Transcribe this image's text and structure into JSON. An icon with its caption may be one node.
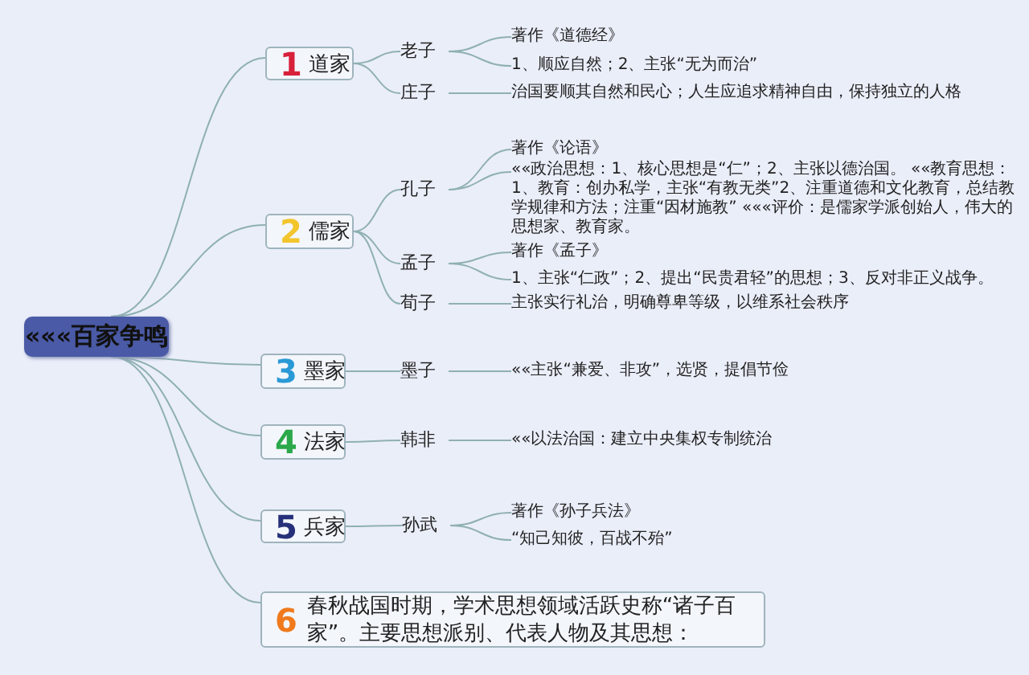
{
  "diagram": {
    "nodes": [
      {
        "text": [
          "«««百家争鸣"
        ]
      },
      {
        "text": [
          "1",
          "道家"
        ]
      },
      {
        "text": [
          "老子"
        ]
      },
      {
        "text": [
          "著作《道德经》"
        ]
      },
      {
        "text": [
          "1、顺应自然；2、主张“无为而治”"
        ]
      },
      {
        "text": [
          "庄子"
        ]
      },
      {
        "text": [
          "治国要顺其自然和民心；人生应追求精神自由，保持独立的人格"
        ]
      },
      {
        "text": [
          "2",
          "儒家"
        ]
      },
      {
        "text": [
          "孔子"
        ]
      },
      {
        "text": [
          "著作《论语》"
        ]
      },
      {
        "text": [
          "««政治思想：1、核心思想是“仁”；2、主张以德治国。 ««教育思想：1、教育：创办私学，主张“有教无类”2、注重道德和文化教育，总结教学规律和方法；注重“因材施教” «««评价：是儒家学派创始人，伟大的思想家、教育家。"
        ]
      },
      {
        "text": [
          "孟子"
        ]
      },
      {
        "text": [
          "著作《孟子》"
        ]
      },
      {
        "text": [
          "1、主张“仁政”；2、提出“民贵君轻”的思想；3、反对非正义战争。"
        ]
      },
      {
        "text": [
          "荀子"
        ]
      },
      {
        "text": [
          "主张实行礼治，明确尊卑等级，以维系社会秩序"
        ]
      },
      {
        "text": [
          "3",
          "墨家"
        ]
      },
      {
        "text": [
          "墨子"
        ]
      },
      {
        "text": [
          "««主张“兼爱、非攻”，选贤，提倡节俭"
        ]
      },
      {
        "text": [
          "4",
          "法家"
        ]
      },
      {
        "text": [
          "韩非"
        ]
      },
      {
        "text": [
          "««以法治国：建立中央集权专制统治"
        ]
      },
      {
        "text": [
          "5",
          "兵家"
        ]
      },
      {
        "text": [
          "孙武"
        ]
      },
      {
        "text": [
          "著作《孙子兵法》"
        ]
      },
      {
        "text": [
          "“知己知彼，百战不殆”"
        ]
      },
      {
        "text": [
          "6",
          "春秋战国时期，学术思想领域活跃史称“诸子百家”。主要思想派别、代表人物及其思想："
        ]
      }
    ],
    "edges": [
      {
        "from": 0,
        "to": 1,
        "arrow": "none"
      },
      {
        "from": 0,
        "to": 7,
        "arrow": "none"
      },
      {
        "from": 0,
        "to": 16,
        "arrow": "none"
      },
      {
        "from": 0,
        "to": 19,
        "arrow": "none"
      },
      {
        "from": 0,
        "to": 22,
        "arrow": "none"
      },
      {
        "from": 0,
        "to": 26,
        "arrow": "none"
      },
      {
        "from": 1,
        "to": 2,
        "arrow": "none"
      },
      {
        "from": 1,
        "to": 5,
        "arrow": "none"
      },
      {
        "from": 2,
        "to": 3,
        "arrow": "none"
      },
      {
        "from": 2,
        "to": 4,
        "arrow": "none"
      },
      {
        "from": 5,
        "to": 6,
        "arrow": "none"
      },
      {
        "from": 7,
        "to": 8,
        "arrow": "none"
      },
      {
        "from": 7,
        "to": 11,
        "arrow": "none"
      },
      {
        "from": 7,
        "to": 14,
        "arrow": "none"
      },
      {
        "from": 8,
        "to": 9,
        "arrow": "none"
      },
      {
        "from": 8,
        "to": 10,
        "arrow": "none"
      },
      {
        "from": 11,
        "to": 12,
        "arrow": "none"
      },
      {
        "from": 11,
        "to": 13,
        "arrow": "none"
      },
      {
        "from": 14,
        "to": 15,
        "arrow": "none"
      },
      {
        "from": 16,
        "to": 17,
        "arrow": "none"
      },
      {
        "from": 17,
        "to": 18,
        "arrow": "none"
      },
      {
        "from": 19,
        "to": 20,
        "arrow": "none"
      },
      {
        "from": 20,
        "to": 21,
        "arrow": "none"
      },
      {
        "from": 22,
        "to": 23,
        "arrow": "none"
      },
      {
        "from": 23,
        "to": 24,
        "arrow": "none"
      },
      {
        "from": 23,
        "to": 25,
        "arrow": "none"
      }
    ]
  }
}
